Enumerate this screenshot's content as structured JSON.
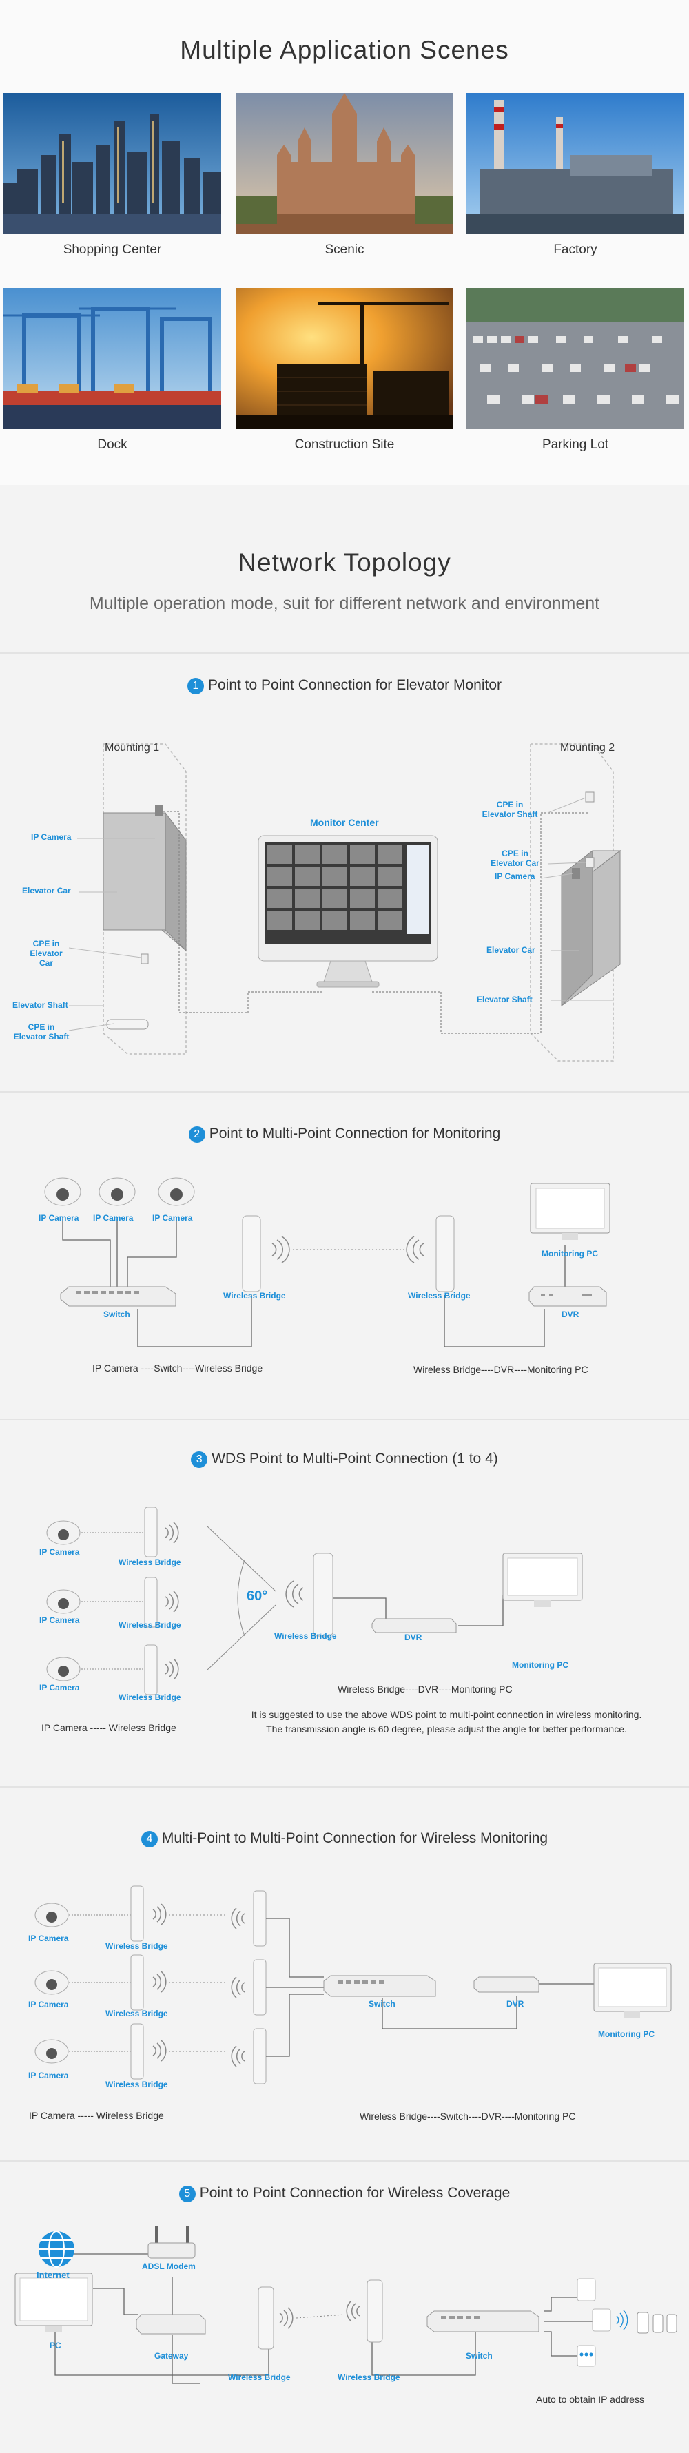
{
  "scenes": {
    "title": "Multiple Application Scenes",
    "items": [
      {
        "label": "Shopping Center",
        "sky": "#2f78b8",
        "ground": "#3a4a60"
      },
      {
        "label": "Scenic",
        "sky": "#8ea0b8",
        "ground": "#b88864"
      },
      {
        "label": "Factory",
        "sky": "#5a9ad8",
        "ground": "#6a7480"
      },
      {
        "label": "Dock",
        "sky": "#5a98d0",
        "ground": "#3a5a78"
      },
      {
        "label": "Construction Site",
        "sky": "#f0a030",
        "ground": "#3a2a18"
      },
      {
        "label": "Parking Lot",
        "sky": "#b8c0c8",
        "ground": "#8a9098"
      }
    ]
  },
  "topology": {
    "title": "Network Topology",
    "subtitle": "Multiple operation mode, suit for different network and environment"
  },
  "s1": {
    "num": "1",
    "title": "Point to Point Connection for Elevator Monitor",
    "mounting1": "Mounting 1",
    "mounting2": "Mounting 2",
    "monitor_center": "Monitor Center",
    "left": {
      "ip_camera": "IP Camera",
      "elevator_car": "Elevator Car",
      "cpe_car_1": "CPE in",
      "cpe_car_2": "Elevator Car",
      "elevator_shaft": "Elevator Shaft",
      "cpe_shaft_1": "CPE in",
      "cpe_shaft_2": "Elevator Shaft"
    },
    "right": {
      "cpe_shaft_1": "CPE in",
      "cpe_shaft_2": "Elevator Shaft",
      "cpe_car_1": "CPE in",
      "cpe_car_2": "Elevator Car",
      "ip_camera": "IP Camera",
      "elevator_car": "Elevator Car",
      "elevator_shaft": "Elevator Shaft"
    }
  },
  "s2": {
    "num": "2",
    "title": "Point to Multi-Point Connection for Monitoring",
    "cams": [
      "IP Camera",
      "IP Camera",
      "IP Camera"
    ],
    "switch": "Switch",
    "bridge1": "Wireless Bridge",
    "bridge2": "Wireless Bridge",
    "monitoring_pc": "Monitoring PC",
    "dvr": "DVR",
    "flow_left": "IP Camera ----Switch----Wireless Bridge",
    "flow_right": "Wireless Bridge----DVR----Monitoring PC"
  },
  "s3": {
    "num": "3",
    "title": "WDS Point to Multi-Point Connection (1 to 4)",
    "cams": [
      "IP Camera",
      "IP Camera",
      "IP Camera"
    ],
    "bridges": [
      "Wireless Bridge",
      "Wireless Bridge",
      "Wireless Bridge"
    ],
    "angle": "60°",
    "center_bridge": "Wireless Bridge",
    "dvr": "DVR",
    "monitoring_pc": "Monitoring PC",
    "flow_mid": "Wireless Bridge----DVR----Monitoring PC",
    "flow_left": "IP Camera ----- Wireless Bridge",
    "note1": "It is suggested to use the above WDS point to multi-point connection in wireless monitoring.",
    "note2": "The transmission angle is 60 degree, please adjust the angle for better performance."
  },
  "s4": {
    "num": "4",
    "title": "Multi-Point to Multi-Point Connection for Wireless Monitoring",
    "cams": [
      "IP Camera",
      "IP Camera",
      "IP Camera"
    ],
    "bridges": [
      "Wireless Bridge",
      "Wireless Bridge",
      "Wireless Bridge"
    ],
    "switch": "Switch",
    "dvr": "DVR",
    "monitoring_pc": "Monitoring PC",
    "flow_left": "IP Camera ----- Wireless Bridge",
    "flow_right": "Wireless Bridge----Switch----DVR----Monitoring PC"
  },
  "s5": {
    "num": "5",
    "title": "Point to Point Connection for Wireless Coverage",
    "internet": "Internet",
    "adsl": "ADSL Modem",
    "pc": "PC",
    "gateway": "Gateway",
    "bridge1": "Wireless Bridge",
    "bridge2": "Wireless Bridge",
    "switch": "Switch",
    "auto_ip": "Auto to obtain IP address"
  },
  "colors": {
    "accent": "#1e8fd8",
    "line": "#555555",
    "text": "#333333"
  }
}
